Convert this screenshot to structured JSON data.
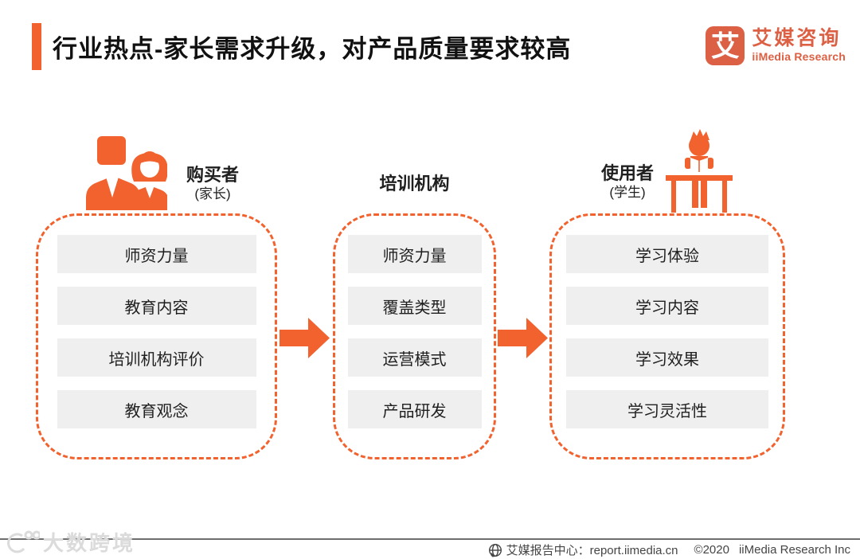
{
  "title": "行业热点-家长需求升级，对产品质量要求较高",
  "logo": {
    "glyph": "艾",
    "name_cn": "艾媒咨询",
    "name_en": "iiMedia Research"
  },
  "flow": {
    "columns": [
      {
        "role": "购买者",
        "sub": "(家长)",
        "icon": "parents-icon",
        "items": [
          "师资力量",
          "教育内容",
          "培训机构评价",
          "教育观念"
        ]
      },
      {
        "role": "培训机构",
        "sub": "",
        "icon": "",
        "items": [
          "师资力量",
          "覆盖类型",
          "运营模式",
          "产品研发"
        ]
      },
      {
        "role": "使用者",
        "sub": "(学生)",
        "icon": "student-icon",
        "items": [
          "学习体验",
          "学习内容",
          "学习效果",
          "学习灵活性"
        ]
      }
    ]
  },
  "footer": {
    "report_center": "艾媒报告中心：report.iimedia.cn",
    "copyright": "©2020",
    "company": "iiMedia Research  Inc"
  },
  "watermark": "大数跨境",
  "colors": {
    "accent": "#F2622E",
    "logo_orange": "#DC6044",
    "item_bg": "#EFEFEF",
    "text": "#1F1F1F",
    "footer_text": "#454545",
    "divider": "#6E6E6E",
    "watermark": "#DBDBDB"
  }
}
